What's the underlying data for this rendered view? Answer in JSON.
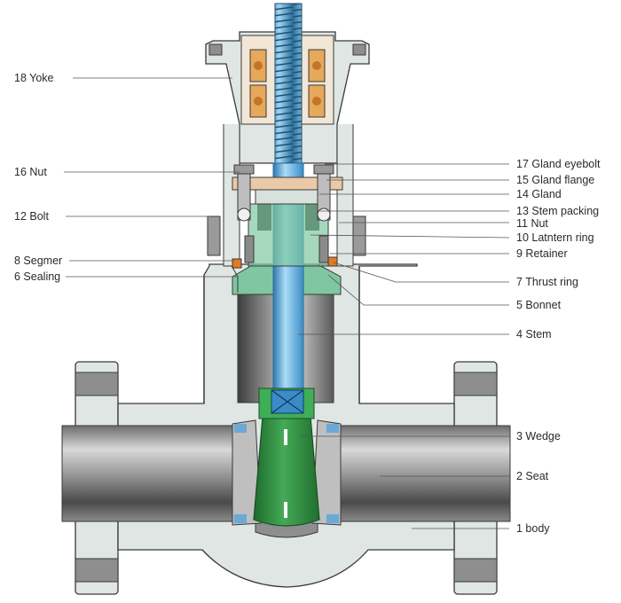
{
  "labels_left": [
    {
      "id": "yoke",
      "text": "18 Yoke"
    },
    {
      "id": "nut16",
      "text": "16 Nut"
    },
    {
      "id": "bolt",
      "text": "12 Bolt"
    },
    {
      "id": "segmer",
      "text": "8 Segmer"
    },
    {
      "id": "sealing",
      "text": "6 Sealing"
    }
  ],
  "labels_right": [
    {
      "id": "eyebolt",
      "text": "17 Gland eyebolt"
    },
    {
      "id": "gflange",
      "text": "15 Gland flange"
    },
    {
      "id": "gland",
      "text": "14 Gland"
    },
    {
      "id": "packing",
      "text": "13 Stem packing"
    },
    {
      "id": "nut11",
      "text": "11 Nut"
    },
    {
      "id": "lantern",
      "text": "10 Latntern ring"
    },
    {
      "id": "retainer",
      "text": "9 Retainer"
    },
    {
      "id": "thrust",
      "text": "7 Thrust ring"
    },
    {
      "id": "bonnet",
      "text": "5 Bonnet"
    },
    {
      "id": "stem",
      "text": "4 Stem"
    },
    {
      "id": "wedge",
      "text": "3 Wedge"
    },
    {
      "id": "seat",
      "text": "2 Seat"
    },
    {
      "id": "body",
      "text": "1 body"
    }
  ],
  "colors": {
    "body_fill": "#dfe6e3",
    "outline": "#3a3a3a",
    "stem": "#5aa8d8",
    "wedge": "#2e8b3e",
    "packing": "#7fc7a0",
    "bearing": "#e6a85a",
    "segment": "#e07b1f"
  }
}
